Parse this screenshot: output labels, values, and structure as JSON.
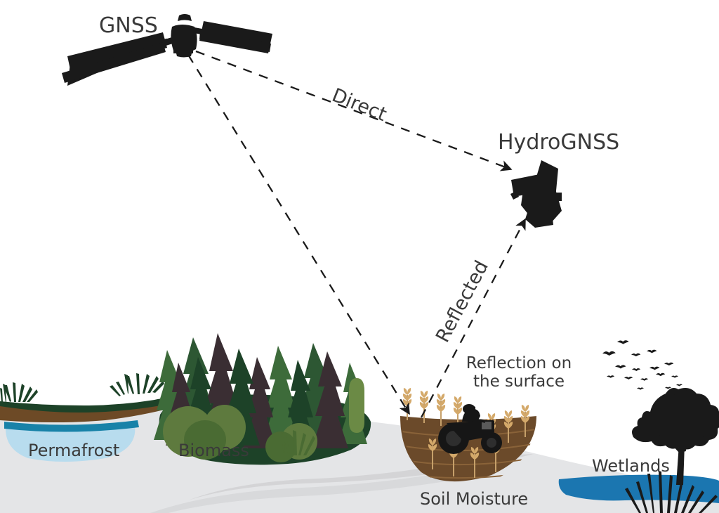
{
  "diagram": {
    "title": "HydroGNSS GNSS-Reflectometry concept",
    "background": "#ffffff"
  },
  "labels": {
    "gnss": "GNSS",
    "hydrognss": "HydroGNSS",
    "direct": "Direct",
    "reflected": "Reflected",
    "reflection_surface": "Reflection on\nthe surface",
    "permafrost": "Permafrost",
    "biomass": "Biomass",
    "soil_moisture": "Soil Moisture",
    "wetlands": "Wetlands"
  },
  "colors": {
    "text": "#3a3a3a",
    "line": "#1a1a1a",
    "ground": "#e4e5e7",
    "ground_shadow": "#d4d4d6",
    "soil_brown": "#6d4a26",
    "field_brown": "#6b4a2a",
    "wheat": "#d4a96a",
    "ice_light": "#b8dcee",
    "ice_band": "#1882a8",
    "water_blue": "#1b76b0",
    "forest_dark": "#1d4228",
    "forest_mid": "#3d6b3a",
    "forest_olive": "#5e7a3e",
    "forest_plum": "#3a2e33",
    "satellite": "#1a1a1a"
  },
  "elements": {
    "gnss_satellite": "gnss-satellite-icon",
    "hydrognss_satellite": "hydrognss-satellite-icon",
    "tractor": "tractor-icon",
    "birds": "bird-flock-icon",
    "wetland_tree": "wetland-tree-icon"
  },
  "signal_paths": [
    {
      "name": "direct",
      "from": "GNSS",
      "to": "HydroGNSS",
      "style": "dashed",
      "arrow": true
    },
    {
      "name": "incident",
      "from": "GNSS",
      "to": "surface",
      "style": "dashed",
      "arrow": true
    },
    {
      "name": "reflected",
      "from": "surface",
      "to": "HydroGNSS",
      "style": "dashed",
      "arrow": true
    }
  ]
}
